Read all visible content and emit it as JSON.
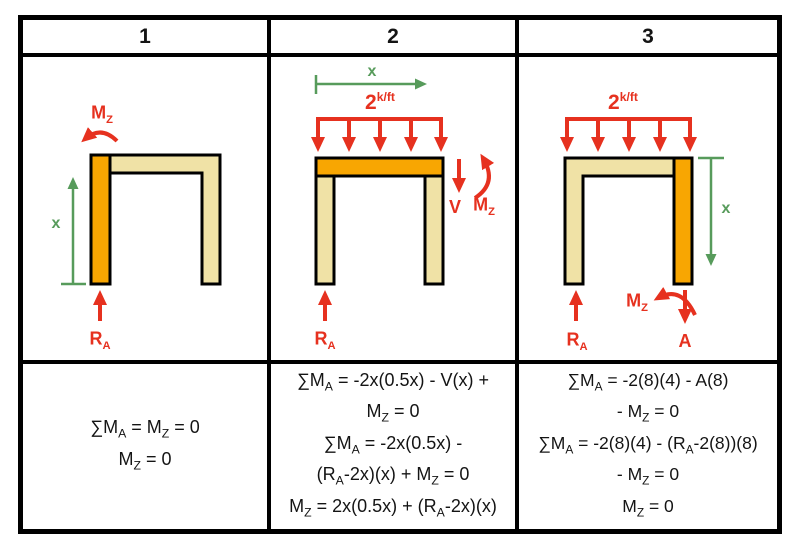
{
  "palette": {
    "orange": "#F8A602",
    "beige": "#F0E2A6",
    "red": "#E6311F",
    "green": "#579B5B",
    "line": "#000000",
    "ink": "#141414"
  },
  "header": {
    "cols": [
      "1",
      "2",
      "3"
    ]
  },
  "symbols": {
    "mz": [
      [
        "n",
        "M"
      ],
      [
        "s",
        "Z"
      ]
    ],
    "ra": [
      [
        "n",
        "R"
      ],
      [
        "s",
        "A"
      ]
    ],
    "x": [
      [
        "n",
        "x"
      ]
    ],
    "v": [
      [
        "n",
        "V"
      ]
    ],
    "a": [
      [
        "n",
        "A"
      ]
    ],
    "load": [
      [
        "n",
        "2"
      ],
      [
        "u",
        "k/ft"
      ]
    ]
  },
  "equations": {
    "col1": [
      [
        [
          "n",
          "∑M"
        ],
        [
          "s",
          "A"
        ],
        [
          "n",
          " = M"
        ],
        [
          "s",
          "Z"
        ],
        [
          "n",
          " = 0"
        ]
      ],
      [
        [
          "n",
          "M"
        ],
        [
          "s",
          "Z"
        ],
        [
          "n",
          " = 0"
        ]
      ]
    ],
    "col2": [
      [
        [
          "n",
          "∑M"
        ],
        [
          "s",
          "A"
        ],
        [
          "n",
          " = -2x(0.5x) - V(x) +"
        ]
      ],
      [
        [
          "n",
          "M"
        ],
        [
          "s",
          "Z"
        ],
        [
          "n",
          " = 0"
        ]
      ],
      [
        [
          "n",
          "∑M"
        ],
        [
          "s",
          "A"
        ],
        [
          "n",
          " = -2x(0.5x) -"
        ]
      ],
      [
        [
          "n",
          "(R"
        ],
        [
          "s",
          "A"
        ],
        [
          "n",
          "-2x)(x) + M"
        ],
        [
          "s",
          "Z"
        ],
        [
          "n",
          " = 0"
        ]
      ],
      [
        [
          "n",
          "M"
        ],
        [
          "s",
          "Z"
        ],
        [
          "n",
          " = 2x(0.5x) + (R"
        ],
        [
          "s",
          "A"
        ],
        [
          "n",
          "-2x)(x)"
        ]
      ]
    ],
    "col3": [
      [
        [
          "n",
          "∑M"
        ],
        [
          "s",
          "A"
        ],
        [
          "n",
          " = -2(8)(4) - A(8)"
        ]
      ],
      [
        [
          "n",
          "- M"
        ],
        [
          "s",
          "Z"
        ],
        [
          "n",
          " = 0"
        ]
      ],
      [
        [
          "n",
          "∑M"
        ],
        [
          "s",
          "A"
        ],
        [
          "n",
          " = -2(8)(4) - (R"
        ],
        [
          "s",
          "A"
        ],
        [
          "n",
          "-2(8))(8)"
        ]
      ],
      [
        [
          "n",
          "- M"
        ],
        [
          "s",
          "Z"
        ],
        [
          "n",
          " = 0"
        ]
      ],
      [
        [
          "n",
          "M"
        ],
        [
          "s",
          "Z"
        ],
        [
          "n",
          " = 0"
        ]
      ]
    ]
  }
}
